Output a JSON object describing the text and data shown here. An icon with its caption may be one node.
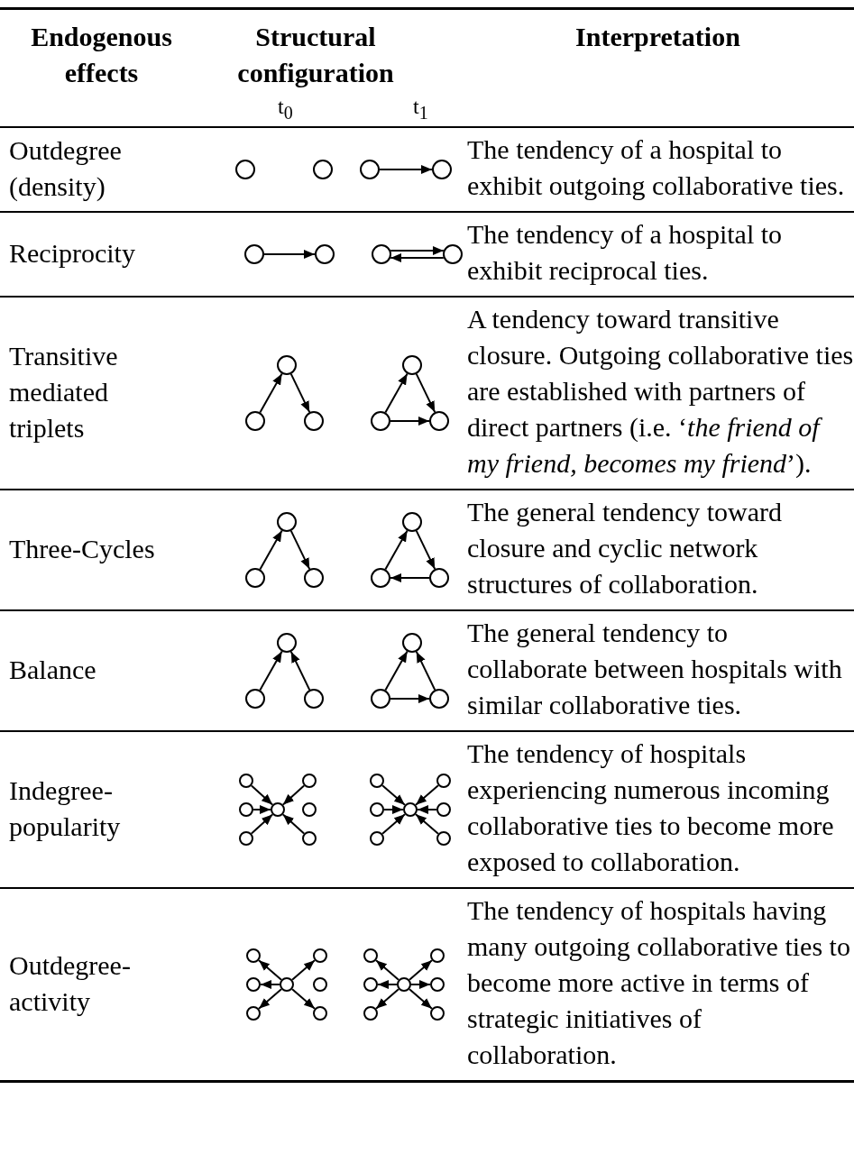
{
  "diagram": {
    "nodes": [
      {
        "text": [],
        "shape": "circle"
      },
      {
        "text": [],
        "shape": "circle"
      },
      {
        "text": [],
        "shape": "circle"
      },
      {
        "text": [],
        "shape": "circle"
      },
      {
        "text": [],
        "shape": "circle"
      },
      {
        "text": [],
        "shape": "circle"
      },
      {
        "text": [],
        "shape": "circle"
      },
      {
        "text": [],
        "shape": "circle"
      },
      {
        "text": [],
        "shape": "circle"
      },
      {
        "text": [],
        "shape": "circle"
      },
      {
        "text": [],
        "shape": "circle"
      },
      {
        "text": [],
        "shape": "circle"
      },
      {
        "text": [],
        "shape": "circle"
      },
      {
        "text": [],
        "shape": "circle"
      },
      {
        "text": [],
        "shape": "circle"
      },
      {
        "text": [],
        "shape": "circle"
      },
      {
        "text": [],
        "shape": "circle"
      },
      {
        "text": [],
        "shape": "circle"
      },
      {
        "text": [],
        "shape": "circle"
      },
      {
        "text": [],
        "shape": "circle"
      },
      {
        "text": [],
        "shape": "circle"
      },
      {
        "text": [],
        "shape": "circle"
      },
      {
        "text": [],
        "shape": "circle"
      },
      {
        "text": [],
        "shape": "circle"
      },
      {
        "text": [],
        "shape": "circle"
      },
      {
        "text": [],
        "shape": "circle"
      },
      {
        "text": [],
        "shape": "circle"
      },
      {
        "text": [],
        "shape": "circle"
      },
      {
        "text": [],
        "shape": "circle"
      },
      {
        "text": [],
        "shape": "circle"
      },
      {
        "text": [],
        "shape": "circle"
      },
      {
        "text": [],
        "shape": "circle"
      },
      {
        "text": [],
        "shape": "circle"
      },
      {
        "text": [],
        "shape": "circle"
      },
      {
        "text": [],
        "shape": "circle"
      },
      {
        "text": [],
        "shape": "circle"
      },
      {
        "text": [],
        "shape": "circle"
      },
      {
        "text": [],
        "shape": "circle"
      },
      {
        "text": [],
        "shape": "circle"
      },
      {
        "text": [],
        "shape": "circle"
      },
      {
        "text": [],
        "shape": "circle"
      },
      {
        "text": [],
        "shape": "circle"
      },
      {
        "text": [],
        "shape": "circle"
      },
      {
        "text": [],
        "shape": "circle"
      },
      {
        "text": [],
        "shape": "circle"
      },
      {
        "text": [],
        "shape": "circle"
      },
      {
        "text": [],
        "shape": "circle"
      },
      {
        "text": [],
        "shape": "circle"
      },
      {
        "text": [],
        "shape": "circle"
      },
      {
        "text": [],
        "shape": "circle"
      },
      {
        "text": [],
        "shape": "circle"
      },
      {
        "text": [],
        "shape": "circle"
      },
      {
        "text": [],
        "shape": "circle"
      },
      {
        "text": [],
        "shape": "circle"
      }
    ],
    "edges": [
      {
        "from": 2,
        "to": 3,
        "arrow": "to"
      },
      {
        "from": 4,
        "to": 5,
        "arrow": "to"
      },
      {
        "from": 6,
        "to": 7,
        "arrow": "to"
      },
      {
        "from": 7,
        "to": 6,
        "arrow": "to"
      },
      {
        "from": 9,
        "to": 8,
        "arrow": "to"
      },
      {
        "from": 8,
        "to": 10,
        "arrow": "to"
      },
      {
        "from": 12,
        "to": 11,
        "arrow": "to"
      },
      {
        "from": 11,
        "to": 13,
        "arrow": "to"
      },
      {
        "from": 12,
        "to": 13,
        "arrow": "to"
      },
      {
        "from": 15,
        "to": 14,
        "arrow": "to"
      },
      {
        "from": 14,
        "to": 16,
        "arrow": "to"
      },
      {
        "from": 18,
        "to": 17,
        "arrow": "to"
      },
      {
        "from": 17,
        "to": 19,
        "arrow": "to"
      },
      {
        "from": 19,
        "to": 18,
        "arrow": "to"
      },
      {
        "from": 21,
        "to": 20,
        "arrow": "to"
      },
      {
        "from": 22,
        "to": 20,
        "arrow": "to"
      },
      {
        "from": 24,
        "to": 23,
        "arrow": "to"
      },
      {
        "from": 25,
        "to": 23,
        "arrow": "to"
      },
      {
        "from": 24,
        "to": 25,
        "arrow": "to"
      },
      {
        "from": 26,
        "to": 29,
        "arrow": "to"
      },
      {
        "from": 27,
        "to": 29,
        "arrow": "to"
      },
      {
        "from": 28,
        "to": 29,
        "arrow": "to"
      },
      {
        "from": 31,
        "to": 29,
        "arrow": "to"
      },
      {
        "from": 32,
        "to": 29,
        "arrow": "to"
      },
      {
        "from": 33,
        "to": 36,
        "arrow": "to"
      },
      {
        "from": 34,
        "to": 36,
        "arrow": "to"
      },
      {
        "from": 35,
        "to": 36,
        "arrow": "to"
      },
      {
        "from": 37,
        "to": 36,
        "arrow": "to"
      },
      {
        "from": 38,
        "to": 36,
        "arrow": "to"
      },
      {
        "from": 39,
        "to": 36,
        "arrow": "to"
      },
      {
        "from": 43,
        "to": 40,
        "arrow": "to"
      },
      {
        "from": 43,
        "to": 41,
        "arrow": "to"
      },
      {
        "from": 43,
        "to": 42,
        "arrow": "to"
      },
      {
        "from": 43,
        "to": 45,
        "arrow": "to"
      },
      {
        "from": 43,
        "to": 46,
        "arrow": "to"
      },
      {
        "from": 50,
        "to": 47,
        "arrow": "to"
      },
      {
        "from": 50,
        "to": 48,
        "arrow": "to"
      },
      {
        "from": 50,
        "to": 49,
        "arrow": "to"
      },
      {
        "from": 50,
        "to": 51,
        "arrow": "to"
      },
      {
        "from": 50,
        "to": 52,
        "arrow": "to"
      },
      {
        "from": 50,
        "to": 53,
        "arrow": "to"
      }
    ],
    "labels": [
      "Endogenous effects",
      "Structural configuration",
      "Interpretation",
      "t$_{0}$",
      "t$_{1}$",
      "Outdegree (density)",
      "The tendency of a hospital to exhibit outgoing collaborative ties.",
      "Reciprocity",
      "The tendency of a hospital to exhibit reciprocal ties.",
      "Transitive mediated triplets",
      "A tendency toward transitive closure. Outgoing collaborative ties are established with partners of direct partners (i.e. ‘*the friend of my friend, becomes my friend*’).",
      "Three-Cycles",
      "The general tendency toward closure and cyclic network structures of collaboration.",
      "Balance",
      "The general tendency to collaborate between hospitals with similar collaborative ties.",
      "Indegree-popularity",
      "The tendency of hospitals experiencing numerous incoming collaborative ties to become more exposed to collaboration.",
      "Outdegree-activity",
      "The tendency of hospitals having many outgoing collaborative ties to become more active in terms of strategic initiatives of collaboration."
    ]
  }
}
